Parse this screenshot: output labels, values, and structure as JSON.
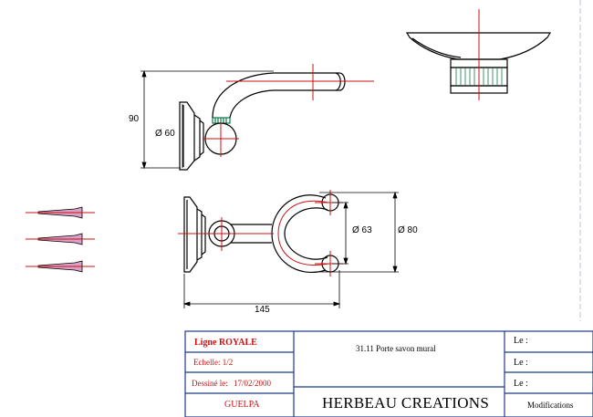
{
  "dimensions": {
    "height_90": "90",
    "dia_60": "Ø 60",
    "dia_63": "Ø 63",
    "dia_80": "Ø 80",
    "width_145": "145"
  },
  "title_block": {
    "line": "Ligne  ROYALE",
    "scale": "Echelle:  1/2",
    "drawn_label": "Dessiné le:",
    "drawn_date": "17/02/2000",
    "author": "GUELPA",
    "product": "31.11 Porte savon mural",
    "company": "HERBEAU CREATIONS",
    "le_1": "Le :",
    "le_2": "Le :",
    "le_3": "Le :",
    "modifications": "Modifications"
  },
  "colors": {
    "line": "#000000",
    "centerline": "#cc1111",
    "screw_fill": "#d9a0c8",
    "hatch": "#0d7a4a",
    "border": "#1b3a8a"
  }
}
